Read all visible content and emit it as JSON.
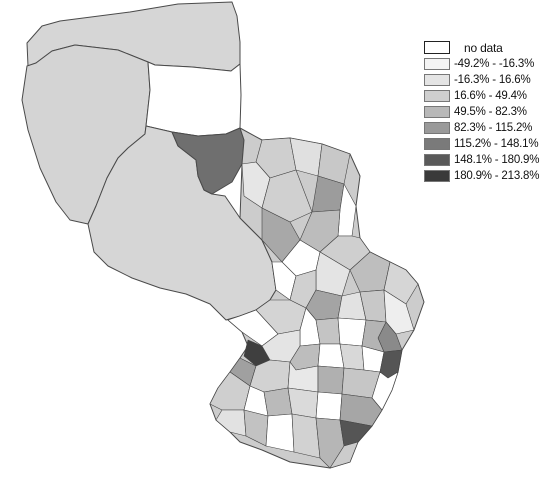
{
  "map": {
    "legend": {
      "items": [
        {
          "label": "no data",
          "color": "#ffffff"
        },
        {
          "label": "-49.2% - -16.3%",
          "color": "#f4f4f4"
        },
        {
          "label": "-16.3% - 16.6%",
          "color": "#e4e4e4"
        },
        {
          "label": "16.6% - 49.4%",
          "color": "#cfcfcf"
        },
        {
          "label": "49.5% - 82.3%",
          "color": "#b8b8b8"
        },
        {
          "label": "82.3% - 115.2%",
          "color": "#9a9a9a"
        },
        {
          "label": "115.2% - 148.1%",
          "color": "#7a7a7a"
        },
        {
          "label": "148.1% - 180.9%",
          "color": "#5a5a5a"
        },
        {
          "label": "180.9% - 213.8%",
          "color": "#3a3a3a"
        }
      ]
    }
  }
}
